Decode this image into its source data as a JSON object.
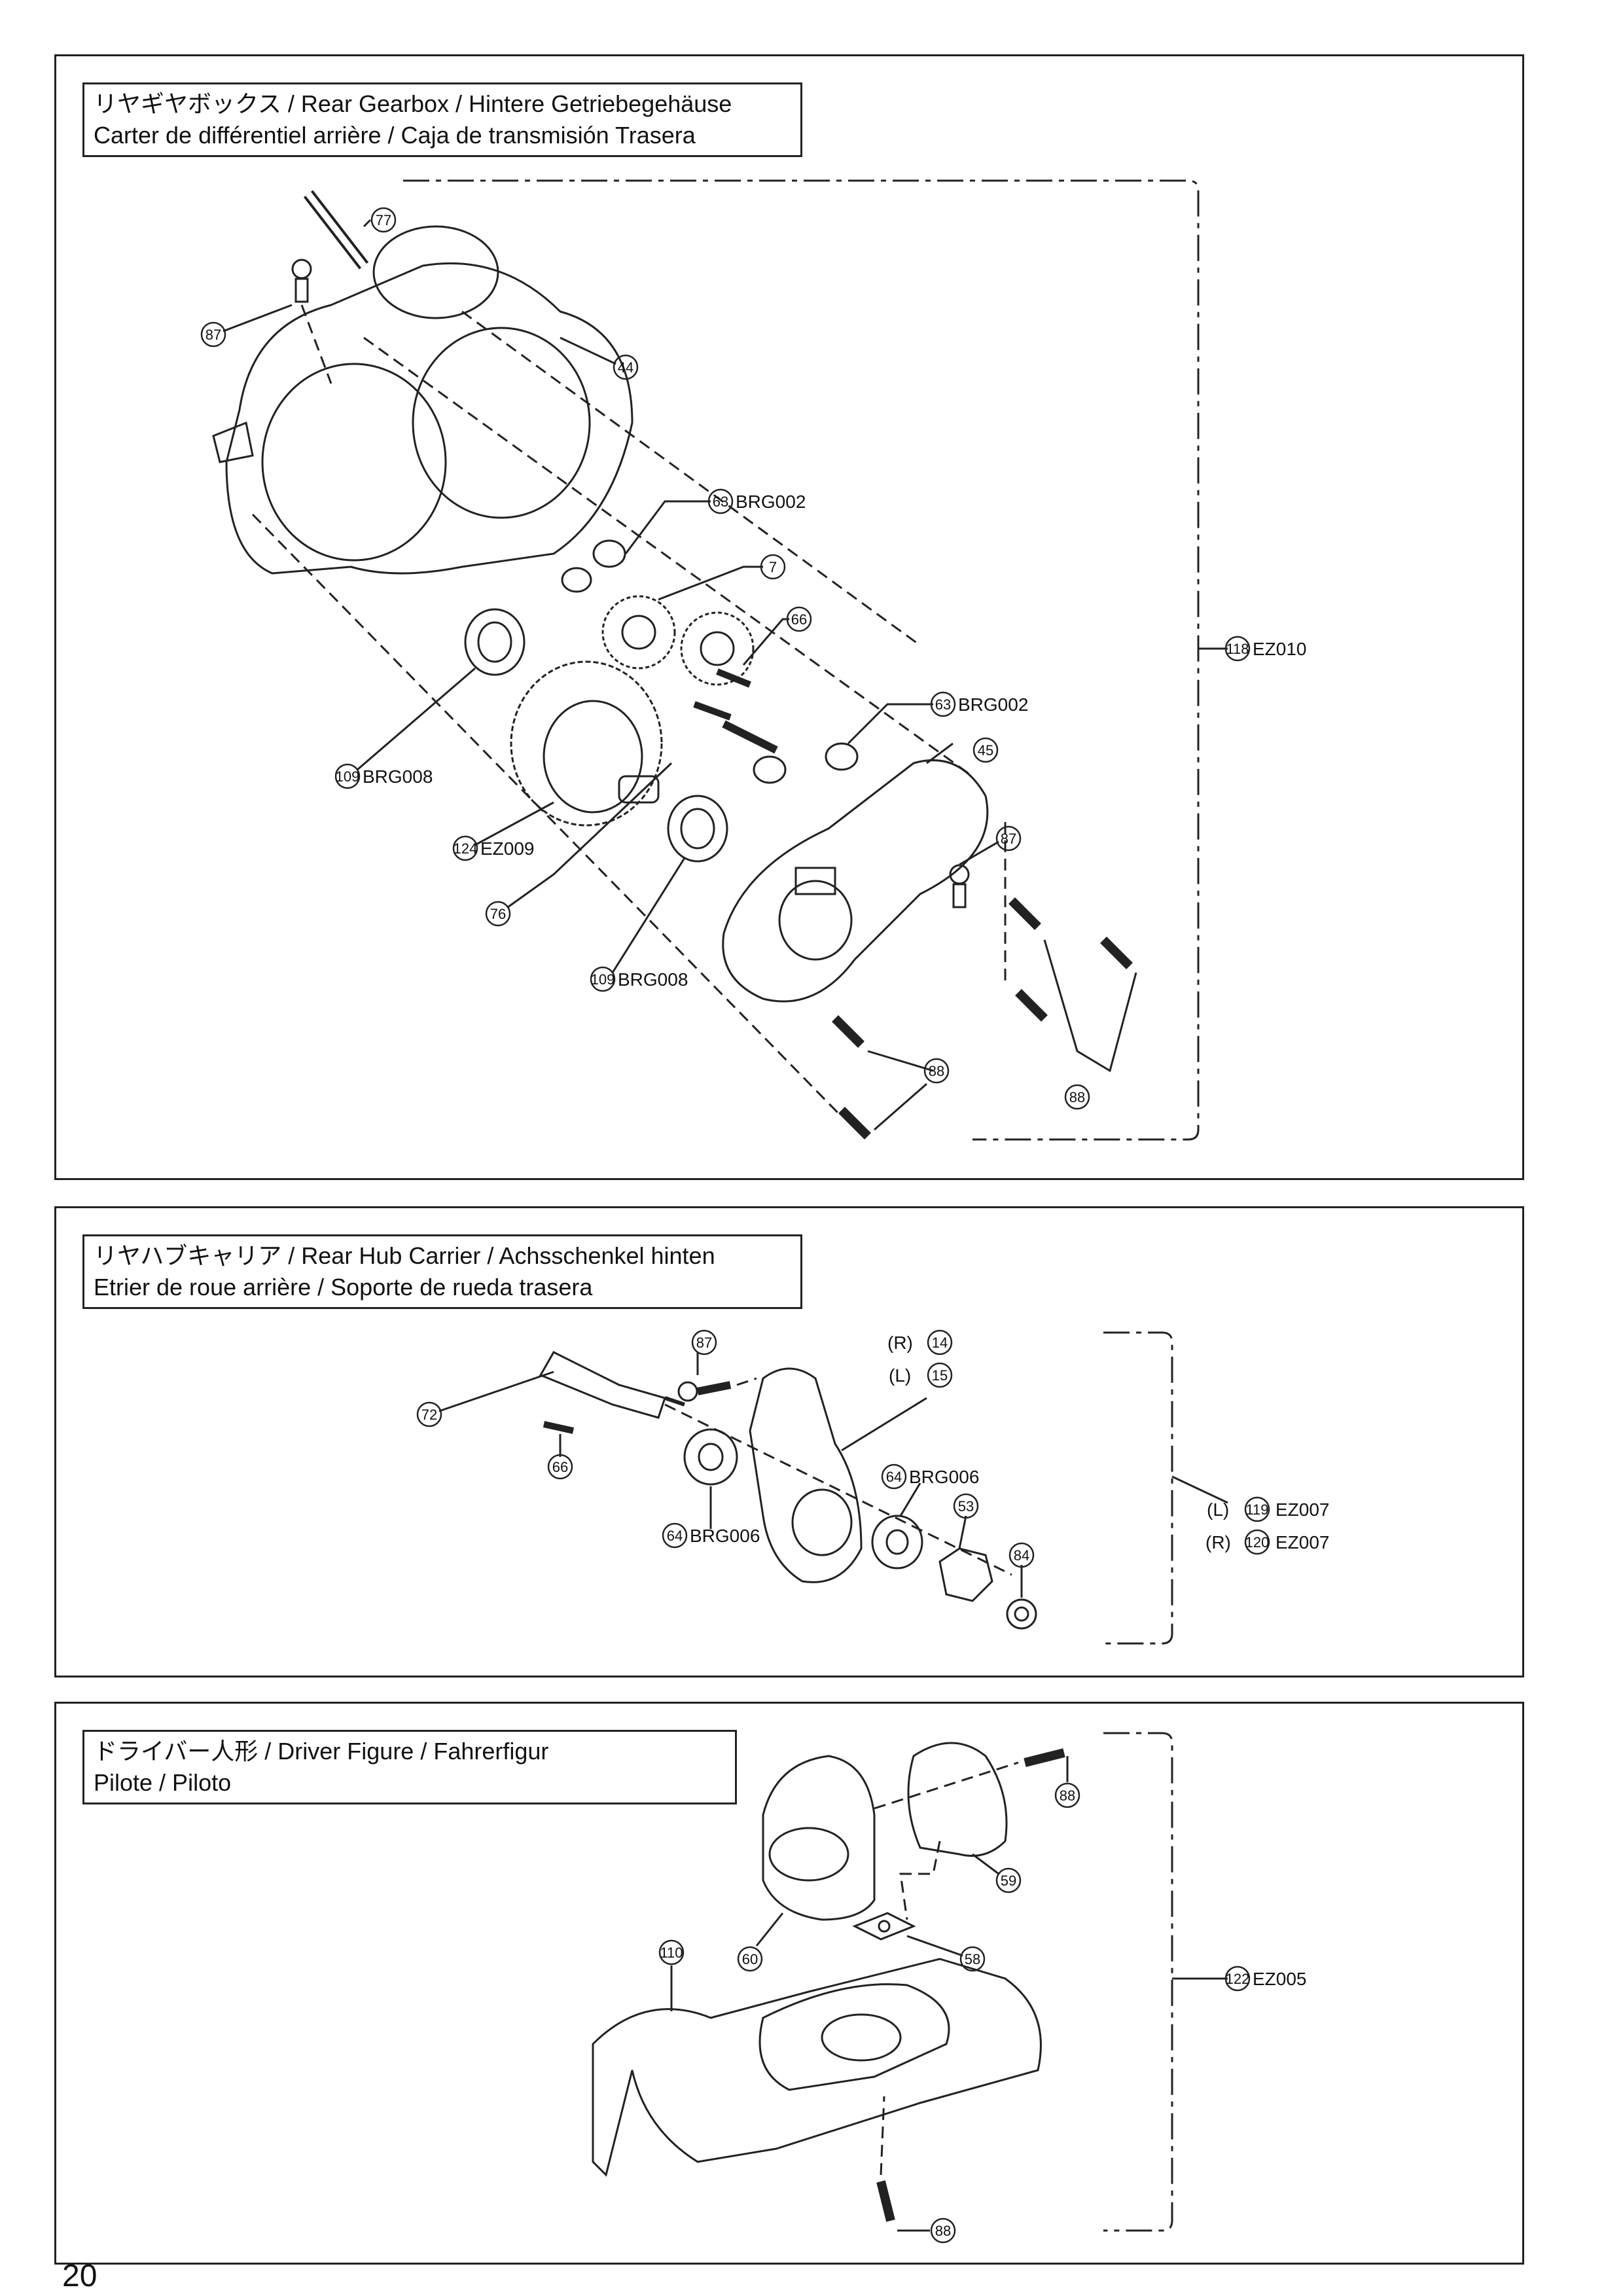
{
  "page_number": "20",
  "sections": [
    {
      "title_lines": [
        "リヤギヤボックス /  Rear Gearbox / Hintere Getriebegehäuse",
        "Carter de différentiel arrière / Caja de transmisión Trasera"
      ],
      "callouts": {
        "c77": "77",
        "c87a": "87",
        "c44": "44",
        "c63a": "63",
        "brg002a": "BRG002",
        "c7": "7",
        "c66": "66",
        "c118": "118",
        "ez010": "EZ010",
        "c63b": "63",
        "brg002b": "BRG002",
        "c109a": "109",
        "brg008a": "BRG008",
        "c45": "45",
        "c124": "124",
        "ez009": "EZ009",
        "c87b": "87",
        "c76": "76",
        "c109b": "109",
        "brg008b": "BRG008",
        "c88a": "88",
        "c88b": "88"
      }
    },
    {
      "title_lines": [
        "リヤハブキャリア /  Rear Hub Carrier / Achsschenkel hinten",
        "Etrier de roue arrière / Soporte de rueda trasera"
      ],
      "callouts": {
        "c87": "87",
        "r_prefix": "(R)",
        "c14": "14",
        "l_prefix": "(L)",
        "c15": "15",
        "c72": "72",
        "c66": "66",
        "c64a": "64",
        "brg006a": "BRG006",
        "c53": "53",
        "c64b": "64",
        "brg006b": "BRG006",
        "c84": "84",
        "l2_prefix": "(L)",
        "c119": "119",
        "ez007a": "EZ007",
        "r2_prefix": "(R)",
        "c120": "120",
        "ez007b": "EZ007"
      }
    },
    {
      "title_lines": [
        "ドライバー人形 /  Driver Figure / Fahrerfigur",
        "Pilote / Piloto"
      ],
      "callouts": {
        "c88a": "88",
        "c59": "59",
        "c60": "60",
        "c58": "58",
        "c110": "110",
        "c122": "122",
        "ez005": "EZ005",
        "c88b": "88"
      }
    }
  ]
}
